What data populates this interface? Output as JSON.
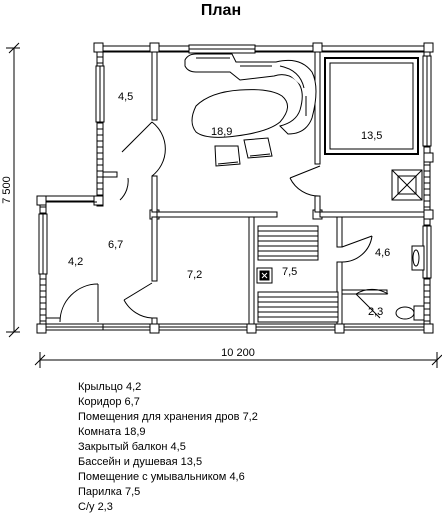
{
  "title": "План",
  "rooms": [
    {
      "id": "porch",
      "area": "4,2",
      "name": "Крыльцо"
    },
    {
      "id": "corridor",
      "area": "6,7",
      "name": "Коридор"
    },
    {
      "id": "wood",
      "area": "7,2",
      "name": "Помещения для хранения дров"
    },
    {
      "id": "room",
      "area": "18,9",
      "name": "Комната"
    },
    {
      "id": "balcony",
      "area": "4,5",
      "name": "Закрытый балкон"
    },
    {
      "id": "pool",
      "area": "13,5",
      "name": "Бассейн и душевая"
    },
    {
      "id": "wash",
      "area": "4,6",
      "name": "Помещение с умывальником"
    },
    {
      "id": "steam",
      "area": "7,5",
      "name": "Парилка"
    },
    {
      "id": "wc",
      "area": "2,3",
      "name": "С/у"
    }
  ],
  "dimensions": {
    "width": "10 200",
    "height": "7 500"
  }
}
